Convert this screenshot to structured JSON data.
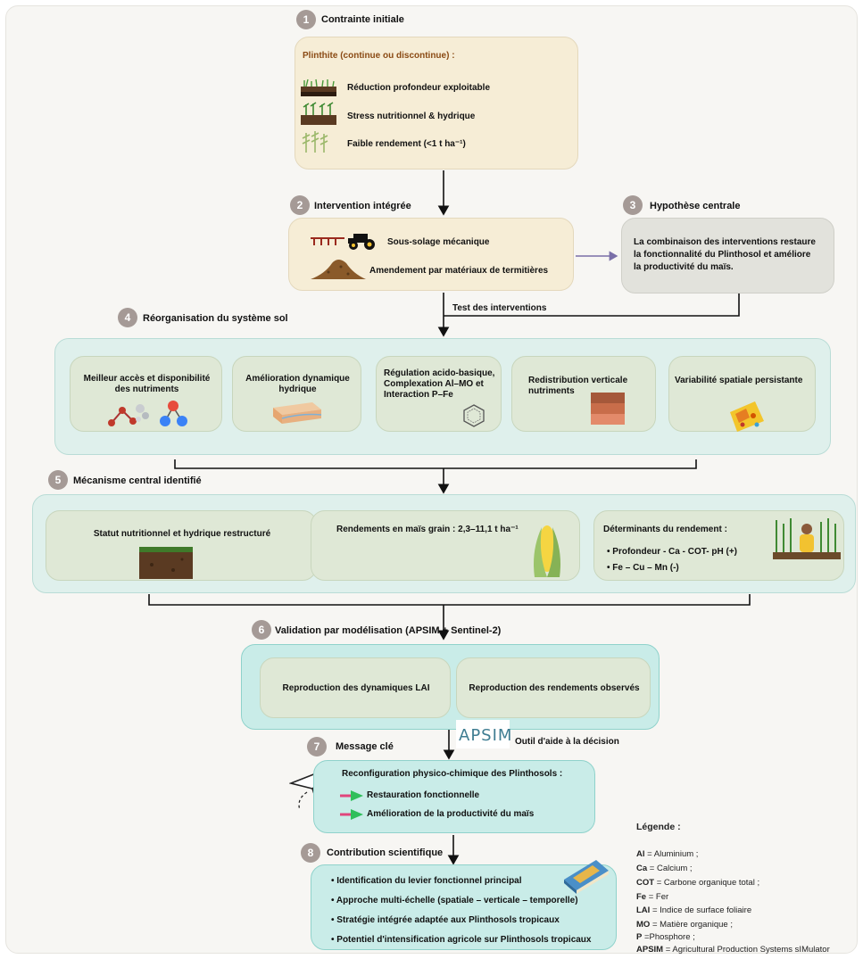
{
  "steps": {
    "s1": {
      "num": "1",
      "title": "Contrainte initiale"
    },
    "s2": {
      "num": "2",
      "title": "Intervention intégrée"
    },
    "s3": {
      "num": "3",
      "title": "Hypothèse centrale"
    },
    "s4": {
      "num": "4",
      "title": "Réorganisation du système sol"
    },
    "s5": {
      "num": "5",
      "title": "Mécanisme central identifié"
    },
    "s6": {
      "num": "6",
      "title": "Validation par modélisation  (APSIM + Sentinel-2)"
    },
    "s7": {
      "num": "7",
      "title": "Message clé"
    },
    "s8": {
      "num": "8",
      "title": "Contribution scientifique"
    }
  },
  "box1": {
    "heading": "Plinthite (continue ou discontinue)  :",
    "items": [
      "Réduction profondeur exploitable",
      "Stress  nutritionnel & hydrique",
      "Faible rendement (<1 t ha⁻¹)"
    ]
  },
  "box2": {
    "items": [
      "Sous-solage mécanique",
      "Amendement par matériaux de termitières"
    ]
  },
  "box3": {
    "lines": [
      "La combinaison des interventions restaure",
      "la fonctionnalité du Plinthosol et améliore",
      "la productivité du maïs."
    ]
  },
  "test_label": "Test des interventions",
  "box4": {
    "c1": [
      "Meilleur accès et disponibilité",
      "des nutriments"
    ],
    "c2": [
      "Amélioration dynamique",
      "hydrique"
    ],
    "c3": [
      "Régulation acido-basique,",
      "Complexation Al–MO et",
      "Interaction P–Fe"
    ],
    "c4": [
      "Redistribution verticale",
      "nutriments"
    ],
    "c5": [
      "Variabilité spatiale persistante"
    ]
  },
  "box5": {
    "c1": "Statut nutritionnel et hydrique restructuré",
    "c2": "Rendements en maïs grain : 2,3–11,1 t ha⁻¹",
    "c3_title": "Déterminants du rendement :",
    "c3_items": [
      "Profondeur - Ca - COT- pH  (+)",
      "Fe – Cu – Mn  (-)"
    ]
  },
  "box6": {
    "c1": "Reproduction des dynamiques LAI",
    "c2": "Reproduction des rendements observés"
  },
  "apsim": {
    "logo": "APSIM",
    "label": "Outil d'aide à la décision"
  },
  "box7": {
    "title": "Reconfiguration physico-chimique des Plinthosols :",
    "items": [
      "Restauration fonctionnelle",
      "Amélioration de la productivité du maïs"
    ]
  },
  "box8": {
    "items": [
      "Identification du levier fonctionnel principal",
      "Approche multi-échelle (spatiale – verticale – temporelle)",
      "Stratégie intégrée adaptée aux Plinthosols tropicaux",
      "Potentiel d'intensification agricole sur Plinthosols tropicaux"
    ]
  },
  "legend": {
    "title": "Légende :",
    "items": [
      {
        "abbr": "Al",
        "def": " = Aluminium ;"
      },
      {
        "abbr": "Ca",
        "def": " = Calcium ;"
      },
      {
        "abbr": "COT",
        "def": " = Carbone organique total ;"
      },
      {
        "abbr": "Fe",
        "def": " = Fer"
      },
      {
        "abbr": "LAI",
        "def": " = Indice de surface foliaire"
      },
      {
        "abbr": "MO",
        "def": " = Matière organique ;"
      },
      {
        "abbr": "P",
        "def": " =Phosphore ;"
      },
      {
        "abbr": "APSIM",
        "def": " = Agricultural Production Systems sIMulator"
      }
    ]
  },
  "colors": {
    "badge": "#a59a96",
    "cream": "#f6edd6",
    "mint": "#dff0ec",
    "cyan": "#c9ece8",
    "sage": "#dfe8d6",
    "arrow_green": "#2fbf5a",
    "arrow_red": "#e0457b"
  },
  "icons": [
    "soil-layer-icon",
    "plant-icon",
    "maize-icon",
    "plough-tractor-icon",
    "termite-mound-icon",
    "molecule-icon",
    "water-molecule-icon",
    "soil-strata-icon",
    "benzene-ring-icon",
    "soil-profile-icon",
    "spatial-map-icon",
    "soil-block-icon",
    "corn-cob-icon",
    "farmer-icon",
    "paper-plane-icon",
    "book-icon"
  ]
}
